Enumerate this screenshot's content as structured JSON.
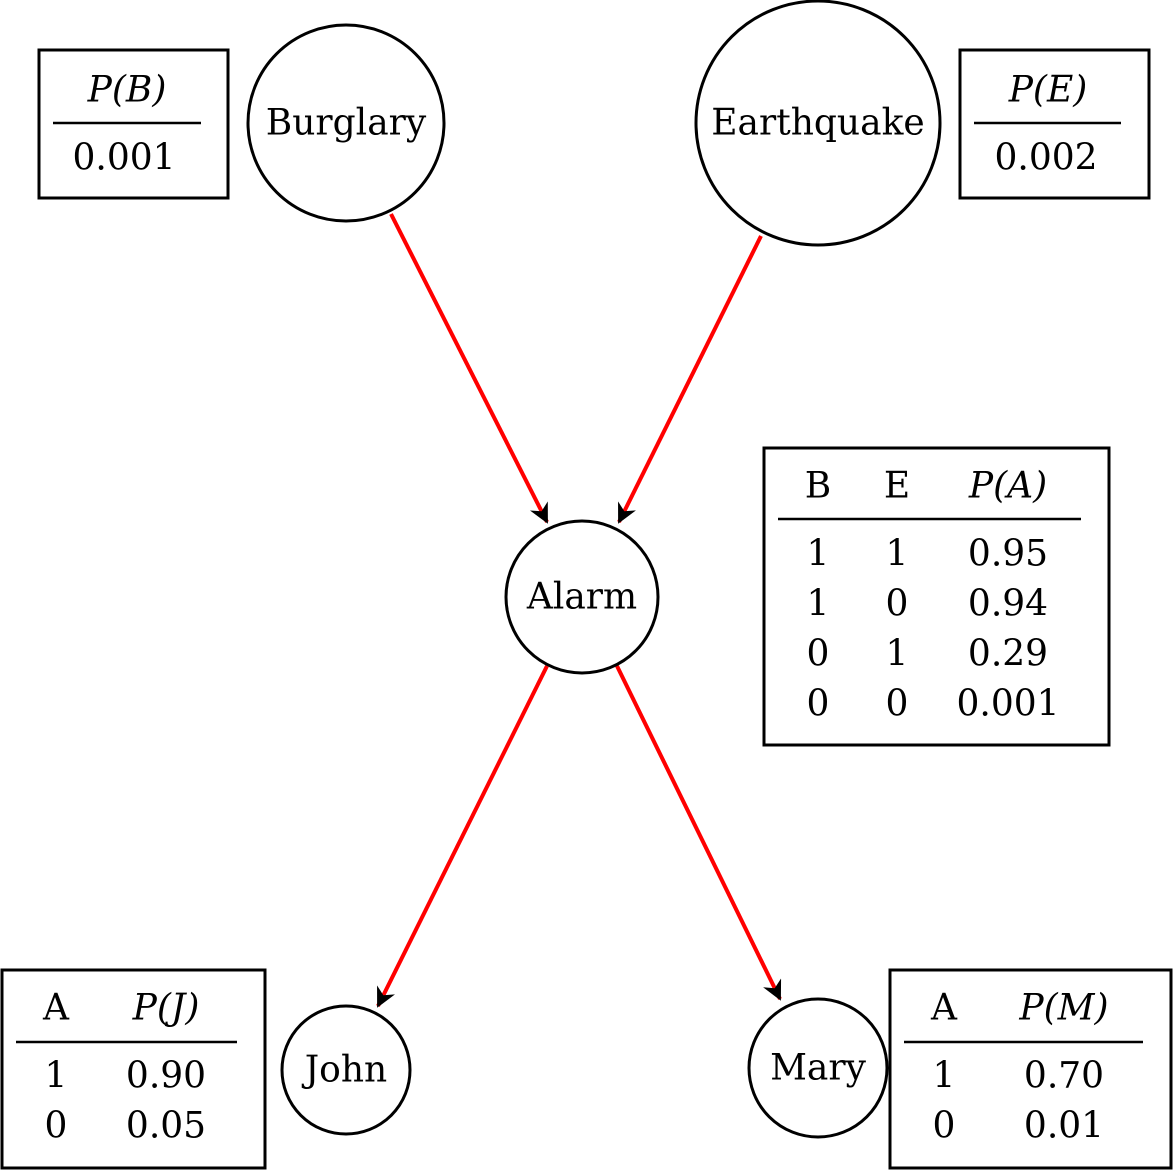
{
  "nodes": {
    "burglary": {
      "label": "Burglary"
    },
    "earthquake": {
      "label": "Earthquake"
    },
    "alarm": {
      "label": "Alarm"
    },
    "john": {
      "label": "John"
    },
    "mary": {
      "label": "Mary"
    }
  },
  "edge_color": "#ff0000",
  "arrowhead_color": "#000000",
  "cpt_burglary": {
    "header": "P(B)",
    "value": "0.001"
  },
  "cpt_earthquake": {
    "header": "P(E)",
    "value": "0.002"
  },
  "cpt_alarm": {
    "headers": [
      "B",
      "E",
      "P(A)"
    ],
    "rows": [
      [
        "1",
        "1",
        "0.95"
      ],
      [
        "1",
        "0",
        "0.94"
      ],
      [
        "0",
        "1",
        "0.29"
      ],
      [
        "0",
        "0",
        "0.001"
      ]
    ]
  },
  "cpt_john": {
    "headers": [
      "A",
      "P(J)"
    ],
    "rows": [
      [
        "1",
        "0.90"
      ],
      [
        "0",
        "0.05"
      ]
    ]
  },
  "cpt_mary": {
    "headers": [
      "A",
      "P(M)"
    ],
    "rows": [
      [
        "1",
        "0.70"
      ],
      [
        "0",
        "0.01"
      ]
    ]
  }
}
